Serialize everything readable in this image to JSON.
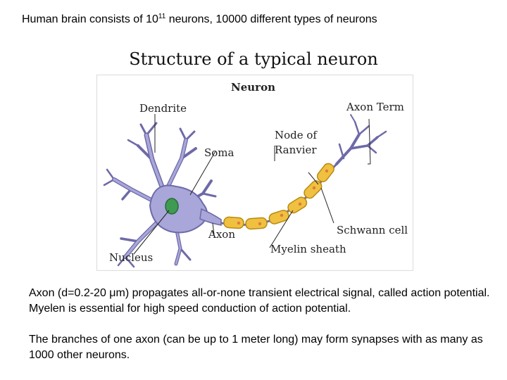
{
  "headline": {
    "prefix": "Human brain consists of 10",
    "exponent": "11",
    "suffix": " neurons, 10000 different types of neurons"
  },
  "figure": {
    "title": "Structure of a typical neuron",
    "labels": {
      "neuron": "Neuron",
      "dendrite": "Dendrite",
      "axon_term": "Axon Term",
      "node_line1": "Node of",
      "node_line2": "Ranvier",
      "soma": "Soma",
      "axon": "Axon",
      "schwann": "Schwann cell",
      "myelin": "Myelin sheath",
      "nucleus": "Nucleus"
    },
    "colors": {
      "cell_body": "#a9a6da",
      "cell_outline": "#6e6aa8",
      "nucleus": "#3f9a52",
      "myelin": "#f0c040",
      "myelin_outline": "#b88a10",
      "node_dot": "#e07a3a"
    }
  },
  "paragraphs": {
    "p1_prefix": "Axon (d=0.2-20 ",
    "p1_mu": "μ",
    "p1_suffix": "m) propagates all-or-none transient electrical signal, called action potential. Myelen is essential for high speed conduction of action potential.",
    "p2": "The branches of one axon (can be up to 1 meter long) may form synapses with as many as 1000 other neurons."
  }
}
